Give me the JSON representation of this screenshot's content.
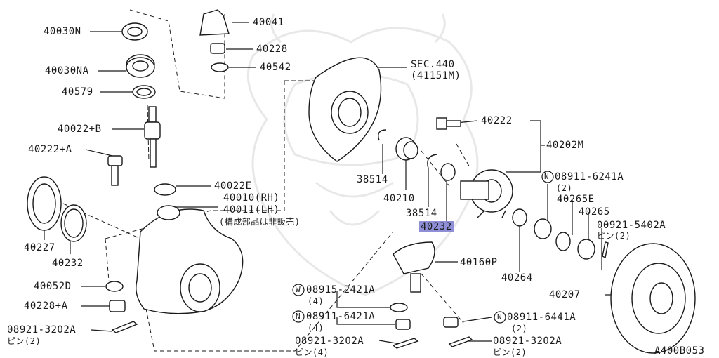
{
  "labels": {
    "p40030N": "40030N",
    "p40030NA": "40030NA",
    "p40579": "40579",
    "p40022B": "40022+B",
    "p40222A": "40222+A",
    "p40041": "40041",
    "p40228": "40228",
    "p40542": "40542",
    "sec440": "SEC.440",
    "sec440sub": "(41151M)",
    "p40022E": "40022E",
    "p40010": "40010(RH)",
    "p40011": "40011(LH)",
    "note": "(構成部品は非販売)",
    "p40227": "40227",
    "p40232L": "40232",
    "p40052D": "40052D",
    "p40228A": "40228+A",
    "p08921a": "08921-3202A",
    "pin2a": "ピン(2)",
    "p38514a": "38514",
    "p40210": "40210",
    "p38514b": "38514",
    "p40232": "40232",
    "p40222": "40222",
    "p40202M": "40202M",
    "p08911a": "08911-6241A",
    "qty2a": "(2)",
    "p40265E": "40265E",
    "p40265": "40265",
    "p00921": "00921-5402A",
    "pin2b": "ピン(2)",
    "p40160P": "40160P",
    "p40264": "40264",
    "p40207": "40207",
    "p08915": "08915-2421A",
    "qty4a": "(4)",
    "p08911b": "08911-6421A",
    "qty4b": "(4)",
    "p08921b": "08921-3202A",
    "pin4": "ピン(4)",
    "p08911c": "08911-6441A",
    "qty2b": "(2)",
    "p08921c": "08921-3202A",
    "pin2c": "ピン(2)",
    "code": "A400B053",
    "circW": "W",
    "circN1": "N",
    "circN2": "N",
    "circN3": "N"
  },
  "colors": {
    "line": "#1a1a1a",
    "highlight": "#8f8fd8",
    "watermark": "#e6e6e6"
  }
}
